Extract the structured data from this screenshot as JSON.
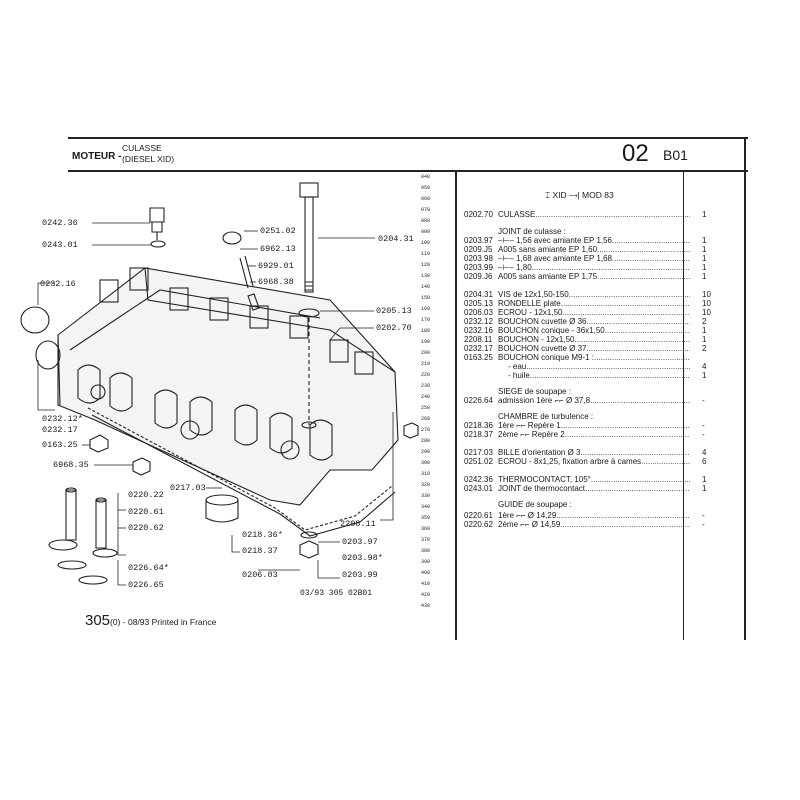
{
  "header": {
    "moteur": "MOTEUR -",
    "title_1": "CULASSE",
    "title_2": "(DIESEL XID)",
    "code": "02",
    "subcode": "B01"
  },
  "modline": "⌶ XID ⟶| MOD 83",
  "line_numbers": [
    "040",
    "050",
    "060",
    "070",
    "080",
    "090",
    "100",
    "110",
    "120",
    "130",
    "140",
    "150",
    "160",
    "170",
    "180",
    "190",
    "200",
    "210",
    "220",
    "230",
    "240",
    "250",
    "260",
    "270",
    "280",
    "290",
    "300",
    "310",
    "320",
    "330",
    "340",
    "350",
    "360",
    "370",
    "380",
    "390",
    "400",
    "410",
    "420",
    "430"
  ],
  "parts_list": [
    {
      "ref": "0202.70",
      "desc": "CULASSE",
      "qty": "1"
    },
    {
      "ref": "",
      "desc": "JOINT de culasse :",
      "qty": "",
      "type": "sub"
    },
    {
      "ref": "0203.97",
      "desc": "–⊢– 1,56 avec amiante EP 1,56",
      "qty": "1"
    },
    {
      "ref": "0209.J5",
      "desc": "A005 sans amiante EP 1,60",
      "qty": "1"
    },
    {
      "ref": "0203.98",
      "desc": "–⊢– 1,68 avec amiante EP 1,68",
      "qty": "1"
    },
    {
      "ref": "0203.99",
      "desc": "–⊢– 1,80",
      "qty": "1"
    },
    {
      "ref": "0209.J6",
      "desc": "A005 sans amiante EP 1,75",
      "qty": "1"
    },
    {
      "ref": "0204.31",
      "desc": "VIS de 12x1,50-150",
      "qty": "10"
    },
    {
      "ref": "0205.13",
      "desc": "RONDELLE plate",
      "qty": "10"
    },
    {
      "ref": "0206.03",
      "desc": "ECROU - 12x1,50",
      "qty": "10"
    },
    {
      "ref": "0232.12",
      "desc": "BOUCHON cuvette Ø 36",
      "qty": "2"
    },
    {
      "ref": "0232.16",
      "desc": "BOUCHON conique - 36x1,50",
      "qty": "1"
    },
    {
      "ref": "2208.11",
      "desc": "BOUCHON - 12x1,50",
      "qty": "1"
    },
    {
      "ref": "0232.17",
      "desc": "BOUCHON cuvette Ø 37",
      "qty": "2"
    },
    {
      "ref": "0163.25",
      "desc": "BOUCHON conique M9-1 :",
      "qty": ""
    },
    {
      "ref": "",
      "desc": "- eau",
      "qty": "4",
      "type": "indent"
    },
    {
      "ref": "",
      "desc": "- huile",
      "qty": "1",
      "type": "indent"
    },
    {
      "ref": "",
      "desc": "SIEGE de soupape :",
      "qty": "",
      "type": "sub"
    },
    {
      "ref": "0226.64",
      "desc": "admission 1ère ⌐⌐ Ø 37,8",
      "qty": "-"
    },
    {
      "ref": "",
      "desc": "CHAMBRE de turbulence :",
      "qty": "",
      "type": "sub"
    },
    {
      "ref": "0218.36",
      "desc": "1ère ⌐⌐ Repère 1",
      "qty": "-"
    },
    {
      "ref": "0218.37",
      "desc": "2ème ⌐⌐ Repère 2",
      "qty": "-"
    },
    {
      "ref": "0217.03",
      "desc": "BILLE d'orientation Ø 3",
      "qty": "4"
    },
    {
      "ref": "0251.02",
      "desc": "ECROU - 8x1,25, fixation arbre à cames",
      "qty": "6"
    },
    {
      "ref": "0242.36",
      "desc": "THERMOCONTACT, 105°",
      "qty": "1"
    },
    {
      "ref": "0243.01",
      "desc": "JOINT de thermocontact",
      "qty": "1"
    },
    {
      "ref": "",
      "desc": "GUIDE de soupape :",
      "qty": "",
      "type": "sub"
    },
    {
      "ref": "0220.61",
      "desc": "1ère ⌐⌐ Ø 14,29",
      "qty": "-"
    },
    {
      "ref": "0220.62",
      "desc": "2ème ⌐⌐ Ø 14,59",
      "qty": "-"
    }
  ],
  "callouts": [
    {
      "id": "c0242_36",
      "text": "0242.36"
    },
    {
      "id": "c0243_01",
      "text": "0243.01"
    },
    {
      "id": "c0251_02",
      "text": "0251.02"
    },
    {
      "id": "c6962_13",
      "text": "6962.13"
    },
    {
      "id": "c6929_01",
      "text": "6929.01"
    },
    {
      "id": "c6968_38",
      "text": "6968.38"
    },
    {
      "id": "c0204_31",
      "text": "0204.31"
    },
    {
      "id": "c0232_16",
      "text": "0232.16"
    },
    {
      "id": "c0205_13",
      "text": "0205.13"
    },
    {
      "id": "c0202_70",
      "text": "0202.70"
    },
    {
      "id": "c0232_12",
      "text": "0232.12*"
    },
    {
      "id": "c0232_17",
      "text": "0232.17"
    },
    {
      "id": "c0163_25",
      "text": "0163.25"
    },
    {
      "id": "c6968_35",
      "text": "6968.35"
    },
    {
      "id": "c0217_03",
      "text": "0217.03"
    },
    {
      "id": "c0220_22",
      "text": "0220.22"
    },
    {
      "id": "c0220_61",
      "text": "0220.61"
    },
    {
      "id": "c0220_62",
      "text": "0220.62"
    },
    {
      "id": "c2208_11",
      "text": "2208.11"
    },
    {
      "id": "c0218_36",
      "text": "0218.36*"
    },
    {
      "id": "c0218_37",
      "text": "0218.37"
    },
    {
      "id": "c0203_97",
      "text": "0203.97"
    },
    {
      "id": "c0203_98",
      "text": "0203.98*"
    },
    {
      "id": "c0226_64",
      "text": "0226.64*"
    },
    {
      "id": "c0226_65",
      "text": "0226.65"
    },
    {
      "id": "c0206_03",
      "text": "0206.03"
    },
    {
      "id": "c0203_99",
      "text": "0203.99"
    }
  ],
  "footer_code": "03/93  305  02B01",
  "footer": {
    "model": "305",
    "rest": "(0) - 08/93 Printed in France"
  }
}
